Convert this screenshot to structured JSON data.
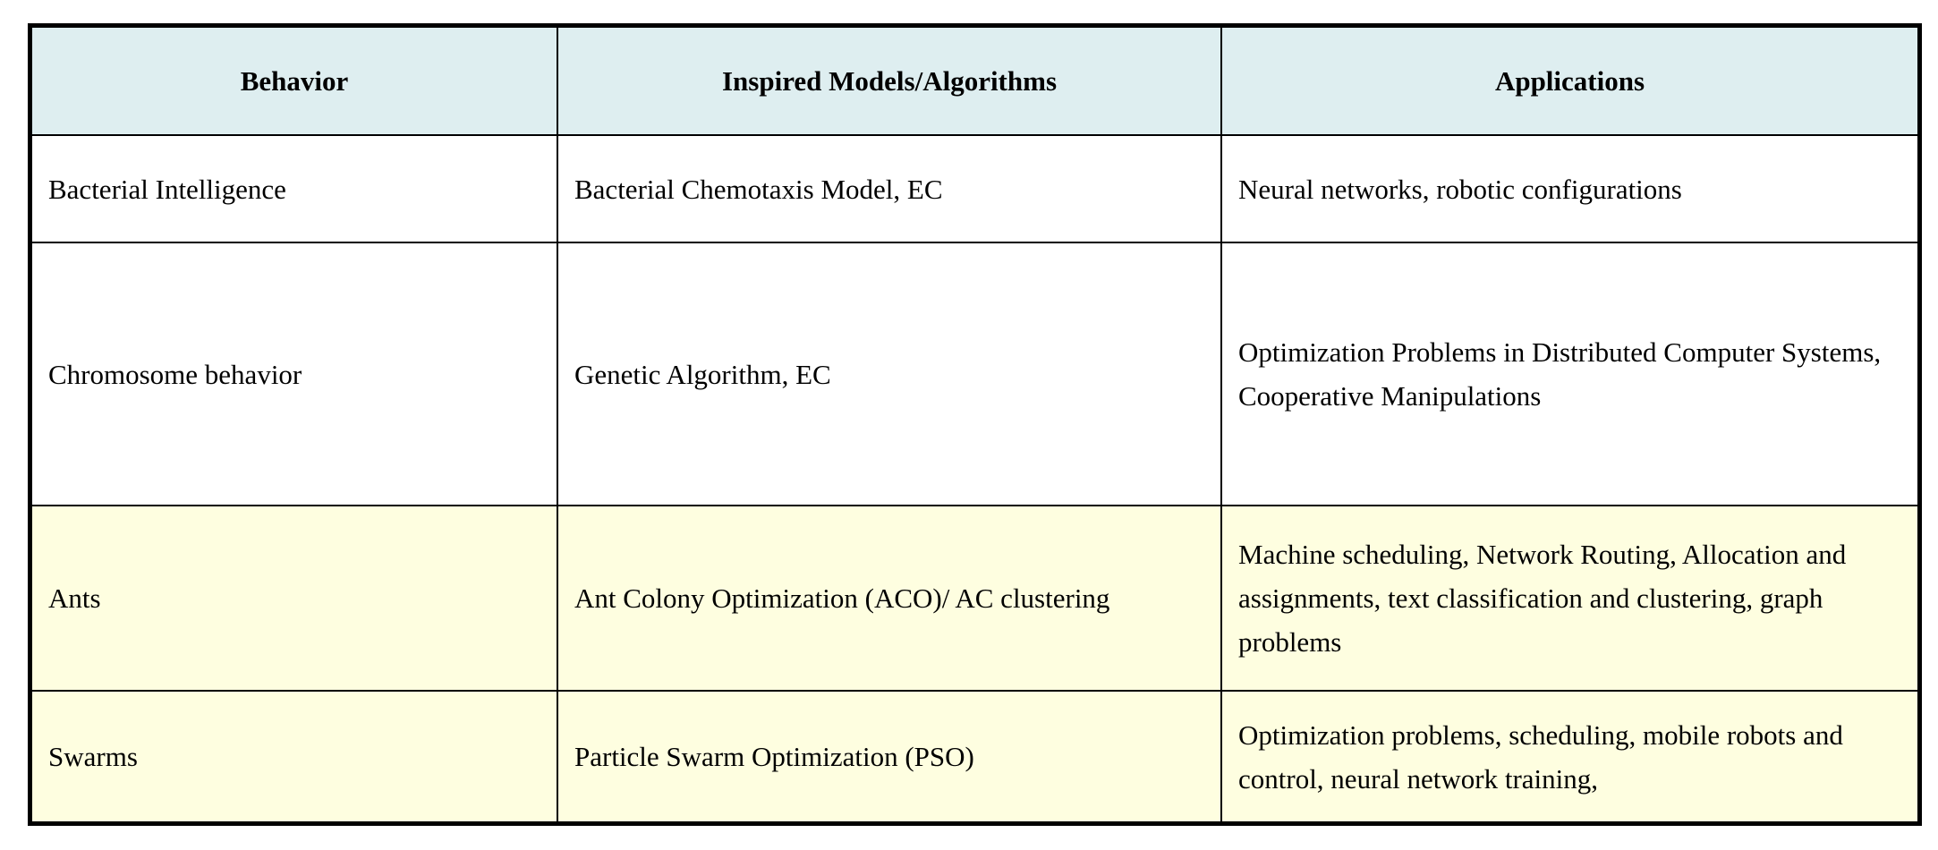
{
  "table": {
    "headers": [
      "Behavior",
      "Inspired Models/Algorithms",
      "Applications"
    ],
    "rows": [
      {
        "behavior": "Bacterial Intelligence",
        "models": "Bacterial Chemotaxis Model, EC",
        "applications": "Neural networks, robotic configurations"
      },
      {
        "behavior": "Chromosome behavior",
        "models": "Genetic Algorithm, EC",
        "applications": "Optimization Problems in Distributed Computer Systems, Cooperative Manipulations"
      },
      {
        "behavior": "Ants",
        "models": "Ant Colony Optimization (ACO)/ AC clustering",
        "applications": "Machine scheduling, Network Routing, Allocation and assignments, text classification and clustering, graph problems"
      },
      {
        "behavior": "Swarms",
        "models": "Particle Swarm Optimization (PSO)",
        "applications": "Optimization problems, scheduling, mobile robots and control, neural network training,"
      }
    ]
  },
  "colors": {
    "header_bg": "#deeef0",
    "highlight_bg": "#fefee0",
    "plain_bg": "#ffffff",
    "border": "#000000"
  }
}
